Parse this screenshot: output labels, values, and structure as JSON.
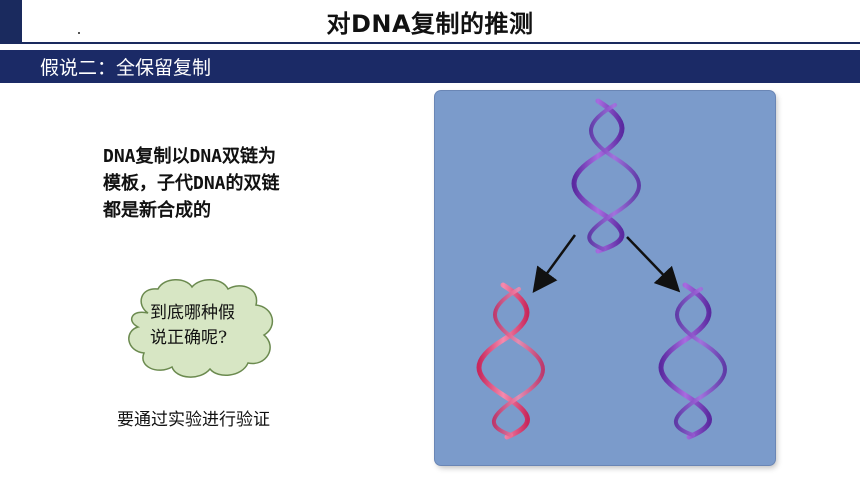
{
  "slide": {
    "title": "对DNA复制的推测",
    "section": "假说二：全保留复制",
    "description": "DNA复制以DNA双链为\n模板，子代DNA的双链\n都是新合成的",
    "cloud_question": "到底哪种假\n说正确呢?",
    "verify_note": "要通过实验进行验证"
  },
  "colors": {
    "navy": "#1b2a66",
    "panel": "#7b9bcb",
    "cloud_fill": "#d7e6c4",
    "cloud_stroke": "#6b8a4f",
    "parent_strand": "#7b3fbf",
    "new_strand": "#e0457a"
  },
  "illustration": {
    "parent": "purple-double-helix",
    "children": [
      "pink-double-helix",
      "purple-double-helix"
    ],
    "arrows": 2
  }
}
